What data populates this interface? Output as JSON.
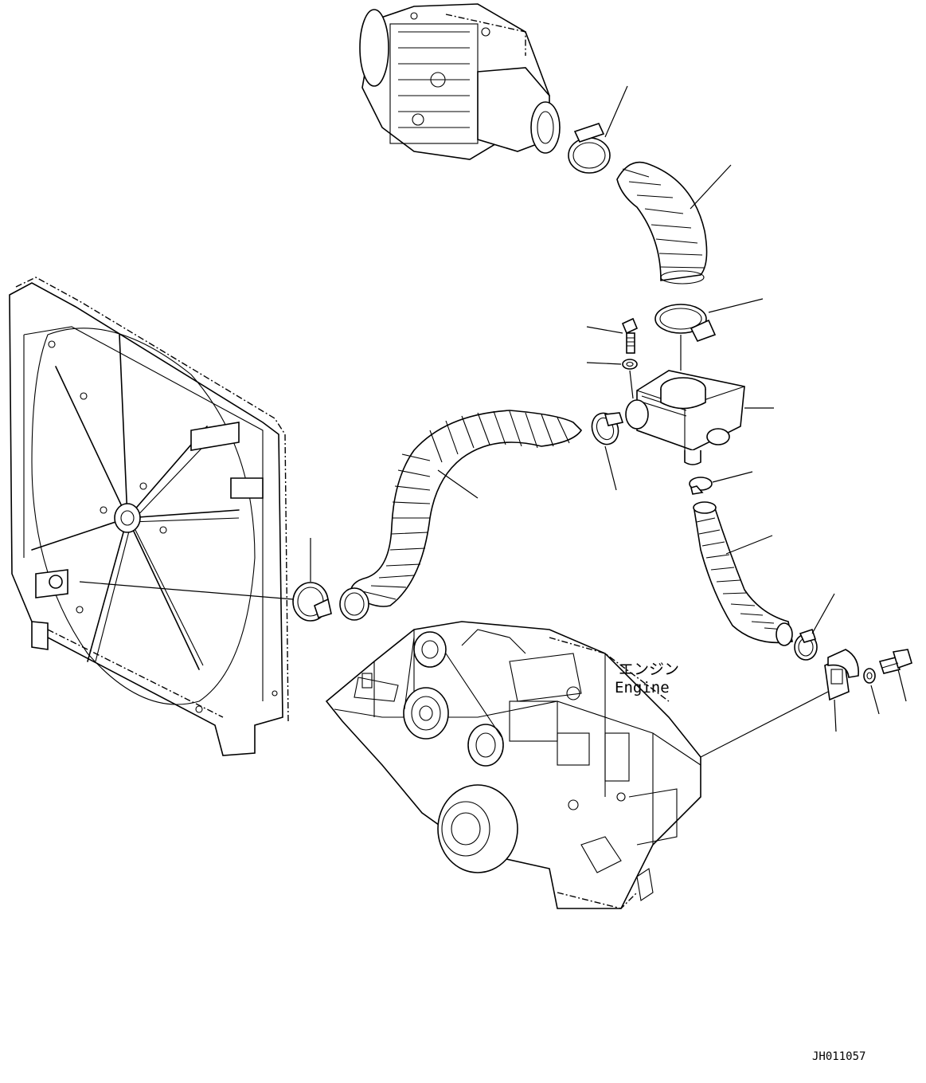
{
  "labels": {
    "engine_jp": "エンジン",
    "engine_en": "Engine",
    "drawing_id": "JH011057"
  },
  "colors": {
    "ink": "#000000",
    "paper": "#ffffff"
  }
}
